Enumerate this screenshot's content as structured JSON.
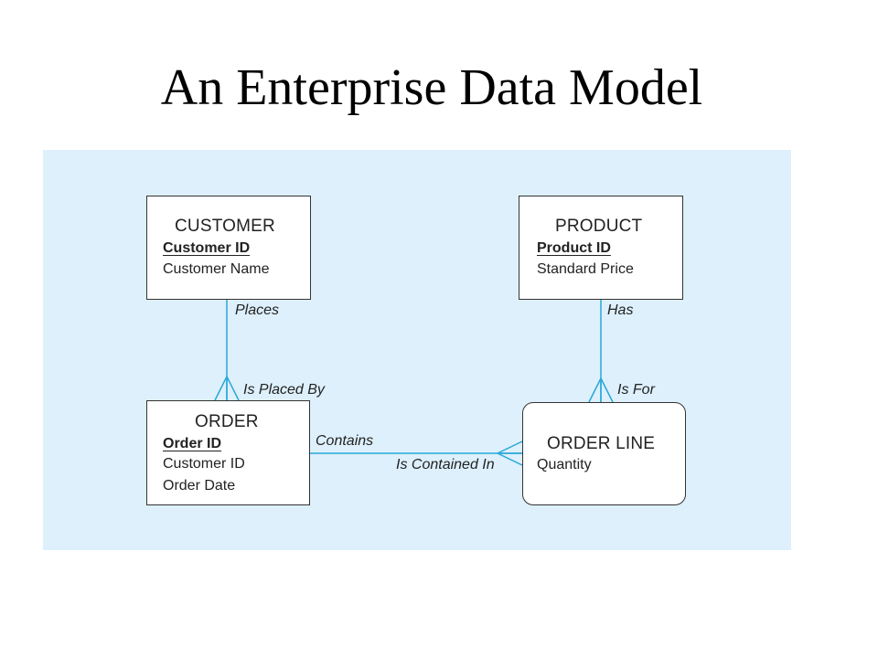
{
  "title": "An Enterprise Data Model",
  "colors": {
    "background_panel": "#ddf0fc",
    "relationship_line": "#2aa7d8",
    "entity_border": "#333333"
  },
  "entities": {
    "customer": {
      "name": "CUSTOMER",
      "primary_key": "Customer ID",
      "attributes": [
        "Customer Name"
      ]
    },
    "product": {
      "name": "PRODUCT",
      "primary_key": "Product ID",
      "attributes": [
        "Standard Price"
      ]
    },
    "order": {
      "name": "ORDER",
      "primary_key": "Order ID",
      "attributes": [
        "Customer ID",
        "Order Date"
      ]
    },
    "order_line": {
      "name": "ORDER LINE",
      "attributes": [
        "Quantity"
      ]
    }
  },
  "relationships": {
    "customer_order": {
      "forward": "Places",
      "reverse": "Is Placed By"
    },
    "product_order_line": {
      "forward": "Has",
      "reverse": "Is For"
    },
    "order_order_line": {
      "forward": "Contains",
      "reverse": "Is Contained In"
    }
  }
}
